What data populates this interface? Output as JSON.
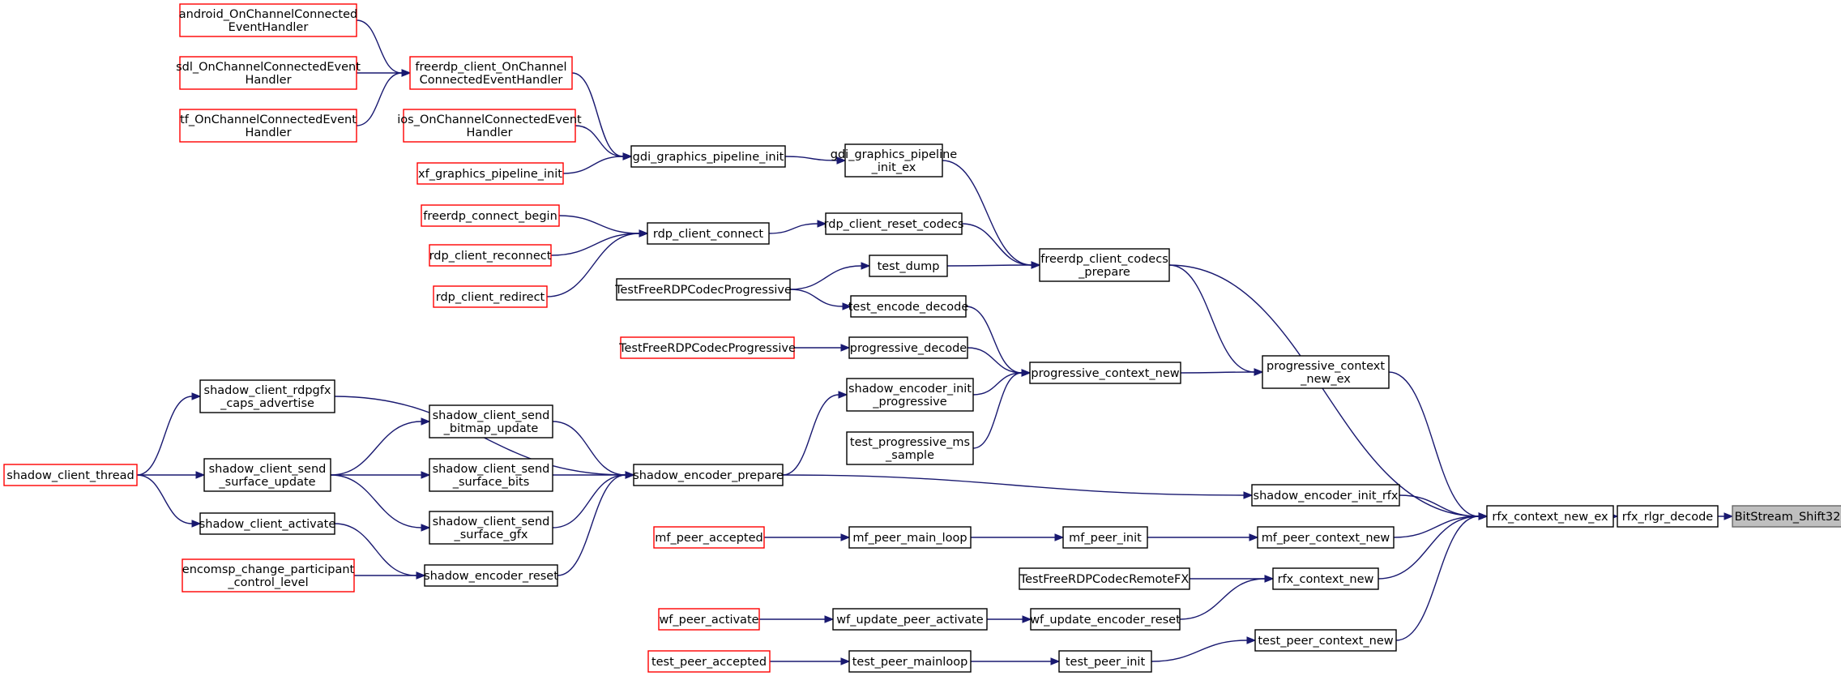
{
  "graph": {
    "focus_node": "BitStream_Shift32",
    "nodes": [
      {
        "id": "android",
        "lines": [
          "android_OnChannelConnected",
          "EventHandler"
        ],
        "truncated": true
      },
      {
        "id": "sdl",
        "lines": [
          "sdl_OnChannelConnectedEvent",
          "Handler"
        ],
        "truncated": true
      },
      {
        "id": "tf",
        "lines": [
          "tf_OnChannelConnectedEvent",
          "Handler"
        ],
        "truncated": true
      },
      {
        "id": "freerdp_chan",
        "lines": [
          "freerdp_client_OnChannel",
          "ConnectedEventHandler"
        ],
        "truncated": true
      },
      {
        "id": "ios",
        "lines": [
          "ios_OnChannelConnectedEvent",
          "Handler"
        ],
        "truncated": true
      },
      {
        "id": "xf_gp",
        "lines": [
          "xf_graphics_pipeline_init"
        ],
        "truncated": true
      },
      {
        "id": "gdi_gp",
        "lines": [
          "gdi_graphics_pipeline_init"
        ],
        "truncated": false
      },
      {
        "id": "gdi_gp_ex",
        "lines": [
          "gdi_graphics_pipeline",
          "_init_ex"
        ],
        "truncated": false
      },
      {
        "id": "fr_connect_begin",
        "lines": [
          "freerdp_connect_begin"
        ],
        "truncated": true
      },
      {
        "id": "rdp_reconnect",
        "lines": [
          "rdp_client_reconnect"
        ],
        "truncated": true
      },
      {
        "id": "rdp_redirect",
        "lines": [
          "rdp_client_redirect"
        ],
        "truncated": true
      },
      {
        "id": "rdp_connect",
        "lines": [
          "rdp_client_connect"
        ],
        "truncated": false
      },
      {
        "id": "rdp_reset",
        "lines": [
          "rdp_client_reset_codecs"
        ],
        "truncated": false
      },
      {
        "id": "test_dump",
        "lines": [
          "test_dump"
        ],
        "truncated": false
      },
      {
        "id": "tfrdp_prog1",
        "lines": [
          "TestFreeRDPCodecProgressive"
        ],
        "truncated": false
      },
      {
        "id": "test_enc_dec",
        "lines": [
          "test_encode_decode"
        ],
        "truncated": false
      },
      {
        "id": "tfrdp_prog2",
        "lines": [
          "TestFreeRDPCodecProgressive"
        ],
        "truncated": true
      },
      {
        "id": "prog_decode",
        "lines": [
          "progressive_decode"
        ],
        "truncated": false
      },
      {
        "id": "codecs_prepare",
        "lines": [
          "freerdp_client_codecs",
          "_prepare"
        ],
        "truncated": false
      },
      {
        "id": "prog_ctx_new",
        "lines": [
          "progressive_context_new"
        ],
        "truncated": false
      },
      {
        "id": "prog_ctx_new_ex",
        "lines": [
          "progressive_context",
          "_new_ex"
        ],
        "truncated": false
      },
      {
        "id": "shadow_enc_init_prog",
        "lines": [
          "shadow_encoder_init",
          "_progressive"
        ],
        "truncated": false
      },
      {
        "id": "test_prog_ms",
        "lines": [
          "test_progressive_ms",
          "_sample"
        ],
        "truncated": false
      },
      {
        "id": "shadow_caps",
        "lines": [
          "shadow_client_rdpgfx",
          "_caps_advertise"
        ],
        "truncated": false
      },
      {
        "id": "shadow_bitmap",
        "lines": [
          "shadow_client_send",
          "_bitmap_update"
        ],
        "truncated": false
      },
      {
        "id": "shadow_thread",
        "lines": [
          "shadow_client_thread"
        ],
        "truncated": true
      },
      {
        "id": "shadow_surface_update",
        "lines": [
          "shadow_client_send",
          "_surface_update"
        ],
        "truncated": false
      },
      {
        "id": "shadow_surface_bits",
        "lines": [
          "shadow_client_send",
          "_surface_bits"
        ],
        "truncated": false
      },
      {
        "id": "shadow_enc_prepare",
        "lines": [
          "shadow_encoder_prepare"
        ],
        "truncated": false
      },
      {
        "id": "shadow_surface_gfx",
        "lines": [
          "shadow_client_send",
          "_surface_gfx"
        ],
        "truncated": false
      },
      {
        "id": "shadow_activate",
        "lines": [
          "shadow_client_activate"
        ],
        "truncated": false
      },
      {
        "id": "encomsp",
        "lines": [
          "encomsp_change_participant",
          "_control_level"
        ],
        "truncated": true
      },
      {
        "id": "shadow_enc_reset",
        "lines": [
          "shadow_encoder_reset"
        ],
        "truncated": false
      },
      {
        "id": "shadow_enc_init_rfx",
        "lines": [
          "shadow_encoder_init_rfx"
        ],
        "truncated": false
      },
      {
        "id": "mf_peer_accepted",
        "lines": [
          "mf_peer_accepted"
        ],
        "truncated": true
      },
      {
        "id": "mf_peer_main_loop",
        "lines": [
          "mf_peer_main_loop"
        ],
        "truncated": false
      },
      {
        "id": "mf_peer_init",
        "lines": [
          "mf_peer_init"
        ],
        "truncated": false
      },
      {
        "id": "mf_peer_ctx_new",
        "lines": [
          "mf_peer_context_new"
        ],
        "truncated": false
      },
      {
        "id": "tfrdp_remotefx",
        "lines": [
          "TestFreeRDPCodecRemoteFX"
        ],
        "truncated": false
      },
      {
        "id": "rfx_ctx_new",
        "lines": [
          "rfx_context_new"
        ],
        "truncated": false
      },
      {
        "id": "wf_peer_activate",
        "lines": [
          "wf_peer_activate"
        ],
        "truncated": true
      },
      {
        "id": "wf_update_peer_activate",
        "lines": [
          "wf_update_peer_activate"
        ],
        "truncated": false
      },
      {
        "id": "wf_update_enc_reset",
        "lines": [
          "wf_update_encoder_reset"
        ],
        "truncated": false
      },
      {
        "id": "test_peer_accepted",
        "lines": [
          "test_peer_accepted"
        ],
        "truncated": true
      },
      {
        "id": "test_peer_mainloop",
        "lines": [
          "test_peer_mainloop"
        ],
        "truncated": false
      },
      {
        "id": "test_peer_init",
        "lines": [
          "test_peer_init"
        ],
        "truncated": false
      },
      {
        "id": "test_peer_ctx_new",
        "lines": [
          "test_peer_context_new"
        ],
        "truncated": false
      },
      {
        "id": "rfx_ctx_new_ex",
        "lines": [
          "rfx_context_new_ex"
        ],
        "truncated": false
      },
      {
        "id": "rfx_rlgr_decode",
        "lines": [
          "rfx_rlgr_decode"
        ],
        "truncated": false
      },
      {
        "id": "bitstream_shift32",
        "lines": [
          "BitStream_Shift32"
        ],
        "truncated": false
      }
    ],
    "edges": [
      [
        "android",
        "freerdp_chan"
      ],
      [
        "sdl",
        "freerdp_chan"
      ],
      [
        "tf",
        "freerdp_chan"
      ],
      [
        "freerdp_chan",
        "gdi_gp"
      ],
      [
        "ios",
        "gdi_gp"
      ],
      [
        "xf_gp",
        "gdi_gp"
      ],
      [
        "gdi_gp",
        "gdi_gp_ex"
      ],
      [
        "gdi_gp_ex",
        "codecs_prepare"
      ],
      [
        "fr_connect_begin",
        "rdp_connect"
      ],
      [
        "rdp_reconnect",
        "rdp_connect"
      ],
      [
        "rdp_redirect",
        "rdp_connect"
      ],
      [
        "rdp_connect",
        "rdp_reset"
      ],
      [
        "rdp_reset",
        "codecs_prepare"
      ],
      [
        "tfrdp_prog1",
        "test_dump"
      ],
      [
        "test_dump",
        "codecs_prepare"
      ],
      [
        "tfrdp_prog1",
        "test_enc_dec"
      ],
      [
        "test_enc_dec",
        "prog_ctx_new"
      ],
      [
        "tfrdp_prog2",
        "prog_decode"
      ],
      [
        "prog_decode",
        "prog_ctx_new"
      ],
      [
        "shadow_enc_init_prog",
        "prog_ctx_new"
      ],
      [
        "test_prog_ms",
        "prog_ctx_new"
      ],
      [
        "prog_ctx_new",
        "prog_ctx_new_ex"
      ],
      [
        "codecs_prepare",
        "prog_ctx_new_ex"
      ],
      [
        "codecs_prepare",
        "rfx_ctx_new_ex"
      ],
      [
        "prog_ctx_new_ex",
        "rfx_ctx_new_ex"
      ],
      [
        "shadow_thread",
        "shadow_caps"
      ],
      [
        "shadow_thread",
        "shadow_surface_update"
      ],
      [
        "shadow_thread",
        "shadow_activate"
      ],
      [
        "shadow_caps",
        "shadow_enc_prepare"
      ],
      [
        "shadow_surface_update",
        "shadow_bitmap"
      ],
      [
        "shadow_surface_update",
        "shadow_surface_bits"
      ],
      [
        "shadow_surface_update",
        "shadow_surface_gfx"
      ],
      [
        "shadow_bitmap",
        "shadow_enc_prepare"
      ],
      [
        "shadow_surface_bits",
        "shadow_enc_prepare"
      ],
      [
        "shadow_surface_gfx",
        "shadow_enc_prepare"
      ],
      [
        "shadow_activate",
        "shadow_enc_reset"
      ],
      [
        "encomsp",
        "shadow_enc_reset"
      ],
      [
        "shadow_enc_reset",
        "shadow_enc_prepare"
      ],
      [
        "shadow_enc_prepare",
        "shadow_enc_init_prog"
      ],
      [
        "shadow_enc_prepare",
        "shadow_enc_init_rfx"
      ],
      [
        "shadow_enc_init_rfx",
        "rfx_ctx_new_ex"
      ],
      [
        "mf_peer_accepted",
        "mf_peer_main_loop"
      ],
      [
        "mf_peer_main_loop",
        "mf_peer_init"
      ],
      [
        "mf_peer_init",
        "mf_peer_ctx_new"
      ],
      [
        "mf_peer_ctx_new",
        "rfx_ctx_new_ex"
      ],
      [
        "tfrdp_remotefx",
        "rfx_ctx_new"
      ],
      [
        "rfx_ctx_new",
        "rfx_ctx_new_ex"
      ],
      [
        "wf_peer_activate",
        "wf_update_peer_activate"
      ],
      [
        "wf_update_peer_activate",
        "wf_update_enc_reset"
      ],
      [
        "wf_update_enc_reset",
        "rfx_ctx_new"
      ],
      [
        "test_peer_accepted",
        "test_peer_mainloop"
      ],
      [
        "test_peer_mainloop",
        "test_peer_init"
      ],
      [
        "test_peer_init",
        "test_peer_ctx_new"
      ],
      [
        "test_peer_ctx_new",
        "rfx_ctx_new_ex"
      ],
      [
        "rfx_ctx_new_ex",
        "rfx_rlgr_decode"
      ],
      [
        "rfx_rlgr_decode",
        "bitstream_shift32"
      ]
    ]
  }
}
